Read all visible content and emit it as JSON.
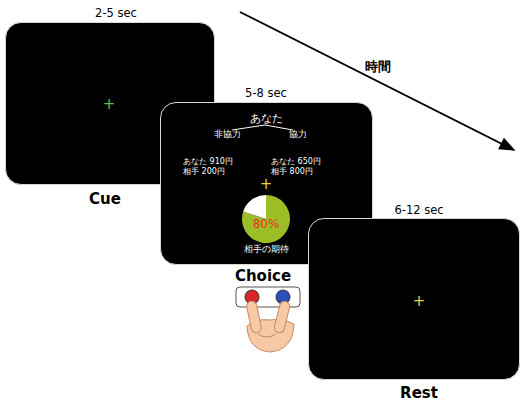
{
  "diagram": {
    "nodes": [
      {
        "text": [
          "2-5 sec",
          "+",
          "Cue"
        ]
      },
      {
        "text": [
          "5-8 sec",
          "+",
          "Choice"
        ]
      },
      {
        "text": [
          "80%",
          "相手の期待"
        ],
        "in": 1
      },
      {
        "text": [
          "6-12 sec",
          "+",
          "Rest"
        ]
      }
    ],
    "labels": [
      "時間",
      "あなた",
      "非協力",
      "協力",
      "あなた 910円",
      "相手 200円",
      "あなた 650円",
      "相手 800円"
    ]
  }
}
